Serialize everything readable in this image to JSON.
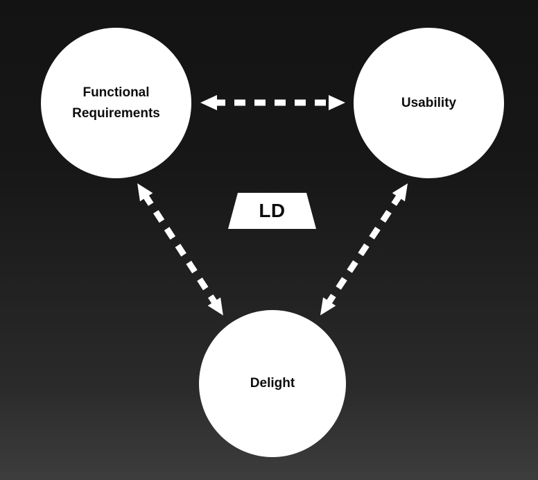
{
  "diagram": {
    "type": "triangle-relationship",
    "nodes": [
      {
        "id": "functional-requirements",
        "label": "Functional Requirements",
        "shape": "circle"
      },
      {
        "id": "usability",
        "label": "Usability",
        "shape": "circle"
      },
      {
        "id": "delight",
        "label": "Delight",
        "shape": "circle"
      }
    ],
    "center_label": "LD",
    "edges": [
      {
        "from": "functional-requirements",
        "to": "usability",
        "style": "dashed",
        "arrows": "both"
      },
      {
        "from": "functional-requirements",
        "to": "delight",
        "style": "dashed",
        "arrows": "both"
      },
      {
        "from": "usability",
        "to": "delight",
        "style": "dashed",
        "arrows": "both"
      }
    ],
    "colors": {
      "background_top": "#131313",
      "background_bottom": "#3d3d3d",
      "node_fill": "#ffffff",
      "node_text": "#0d0d0d",
      "arrow": "#ffffff"
    }
  }
}
